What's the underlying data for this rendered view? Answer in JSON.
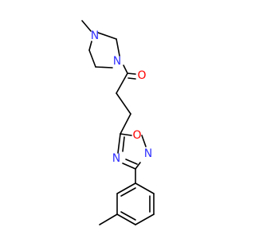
{
  "molecule": {
    "atom_labels": {
      "n_methyl": "N",
      "n_amide": "N",
      "o_carbonyl": "O",
      "o_ring": "O",
      "n_ring_upper": "N",
      "n_ring_lower": "N"
    },
    "colors": {
      "bond": "#000000",
      "nitrogen": "#3333ff",
      "oxygen": "#ff0000",
      "background": "#ffffff"
    }
  }
}
